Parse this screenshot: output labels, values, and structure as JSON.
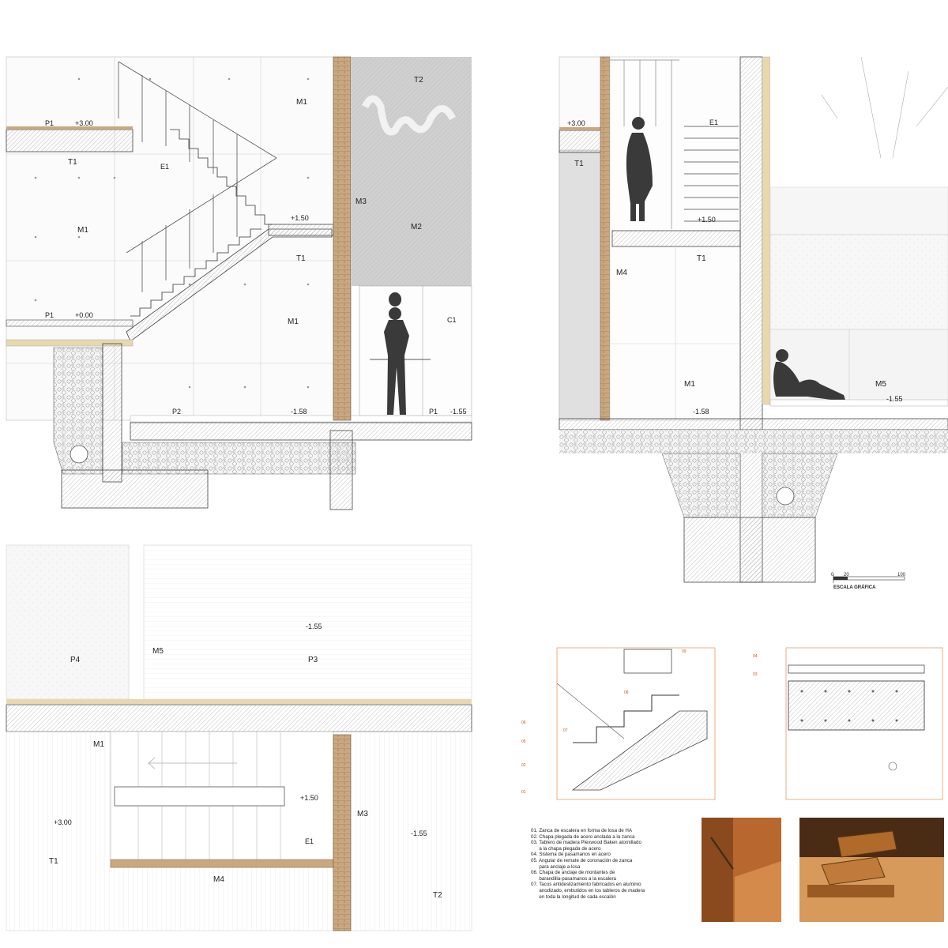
{
  "section_a": {
    "levels": [
      "+3.00",
      "+1.50",
      "+0.00",
      "-1.58",
      "-1.55"
    ],
    "tags": [
      "M1",
      "M1",
      "M1",
      "M2",
      "M3",
      "T1",
      "T1",
      "T2",
      "E1",
      "C1",
      "P1",
      "P1",
      "P1",
      "P2"
    ]
  },
  "section_b": {
    "levels": [
      "+3.00",
      "+1.50",
      "-1.58",
      "-1.55"
    ],
    "tags": [
      "T1",
      "T1",
      "E1",
      "M4",
      "M1",
      "M5"
    ]
  },
  "plan": {
    "levels": [
      "-1.55",
      "+1.50",
      "+3.00",
      "-1.55"
    ],
    "tags": [
      "P4",
      "M5",
      "P3",
      "M1",
      "M3",
      "E1",
      "T1",
      "M4",
      "T2"
    ]
  },
  "scale": {
    "ticks": [
      "0",
      "20",
      "100"
    ],
    "label": "ESCALA GRÁFICA"
  },
  "detail_numbers": [
    "09",
    "08",
    "07",
    "06",
    "05",
    "04",
    "01",
    "02",
    "03"
  ],
  "legend": [
    "01. Zanca de escalera en forma de losa de HA",
    "02. Chapa plegada de acero anclada a la zanca",
    "03. Tablero de madera Plexwood Baken atornillado",
    "      a la chapa plegada de acero",
    "04. Sistema de pasamanos en acero",
    "05. Angular de remate de coronación de zanca",
    "      para anclaje a losa",
    "06. Chapa de anclaje de montantes de",
    "      barandilla-pasamanos a la escalera",
    "07. Tacos antideslizamiento fabricados en aluminio",
    "      anodizado, embutidos en los tableros de madera",
    "      en toda la longitud de cada escalón"
  ],
  "colors": {
    "brick": "#c9a880",
    "wood": "#b8682e",
    "accent": "#e07a2f",
    "concrete": "#d4d4d4"
  }
}
